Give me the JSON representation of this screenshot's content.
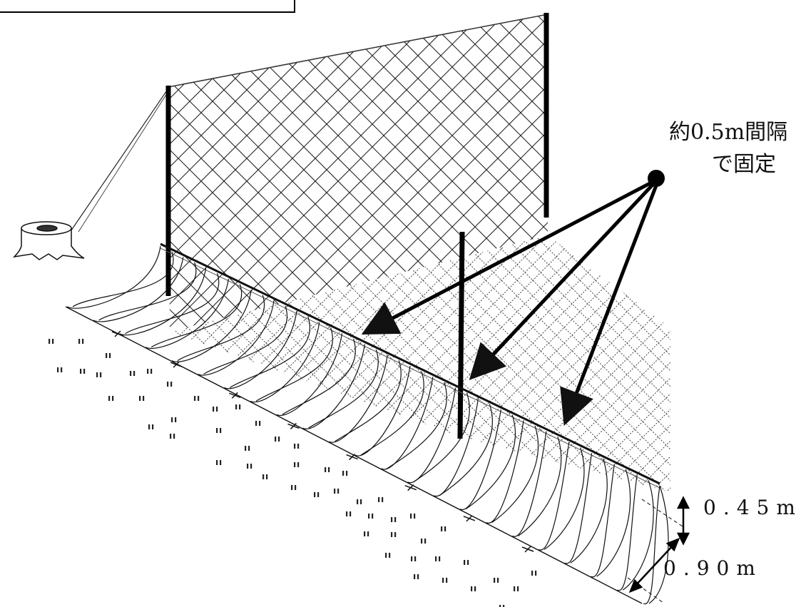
{
  "annotations": {
    "fixing_interval_line1": "約0.5m間隔",
    "fixing_interval_line2": "で固定",
    "skirt_height": "0.45m",
    "skirt_width": "0.90m"
  },
  "icons": {
    "tree_stump": "tree-stump-icon",
    "grass_marks": "grass-tuft-icon"
  },
  "colors": {
    "ink": "#111111",
    "background": "#ffffff"
  }
}
